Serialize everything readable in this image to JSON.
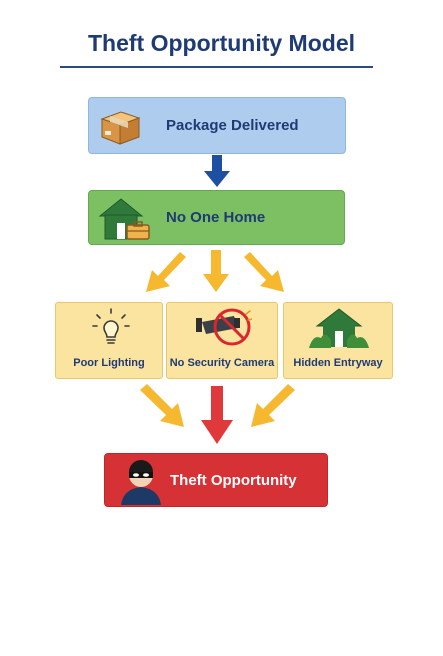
{
  "title": "Theft Opportunity Model",
  "nodes": {
    "package": {
      "label": "Package Delivered",
      "color": "#aecdee"
    },
    "no_one_home": {
      "label": "No One Home",
      "color": "#7dc064"
    },
    "factors": [
      {
        "label": "Poor Lighting",
        "icon": "lightbulb-icon"
      },
      {
        "label": "No Security Camera",
        "icon": "no-camera-icon"
      },
      {
        "label": "Hidden Entryway",
        "icon": "house-hedge-icon"
      }
    ],
    "theft": {
      "label": "Theft Opportunity",
      "color": "#d63236",
      "icon": "burglar-icon"
    }
  },
  "colors": {
    "title": "#1f3b73",
    "arrow_blue": "#1d4fa3",
    "arrow_yellow": "#f5b82e",
    "arrow_red": "#e0393c"
  }
}
